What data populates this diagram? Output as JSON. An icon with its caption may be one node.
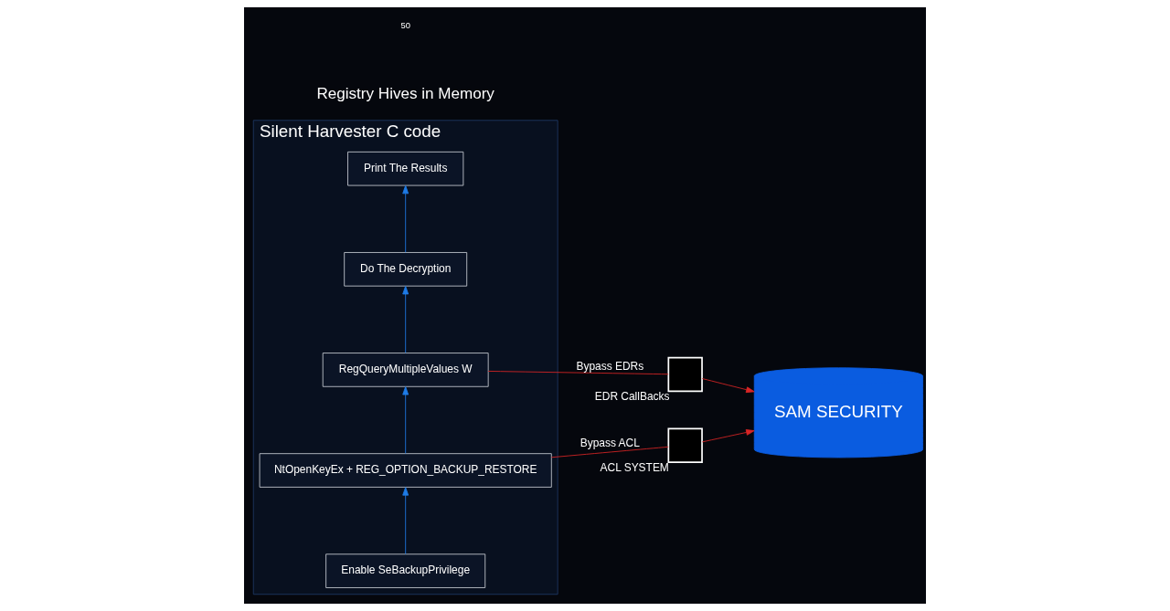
{
  "diagram": {
    "nodes": [
      {
        "text": [
          "Silent Harvester C code"
        ]
      },
      {
        "text": [
          "Enable SeBackupPrivilege"
        ],
        "in": 0
      },
      {
        "text": [
          "NtOpenKeyEx + REG_OPTION_BACKUP_RESTORE"
        ],
        "in": 0
      },
      {
        "text": [
          "RegQueryMultipleValues W"
        ],
        "in": 0
      },
      {
        "text": [
          "Do The Decryption"
        ],
        "in": 0
      },
      {
        "text": [
          "Print The Results"
        ],
        "in": 0
      },
      {
        "text": [],
        "shape": "box",
        "beside": [
          "ACL SYSTEM"
        ]
      },
      {
        "text": [],
        "shape": "box",
        "beside": [
          "EDR CallBacks"
        ]
      },
      {
        "text": [
          "SAM SECURITY"
        ]
      }
    ],
    "edges": [
      {
        "from": 1,
        "to": 2,
        "arrow": "to",
        "color": "#1e7be6"
      },
      {
        "from": 2,
        "to": 3,
        "arrow": "to",
        "color": "#1e7be6"
      },
      {
        "from": 3,
        "to": 4,
        "arrow": "to",
        "color": "#1e7be6"
      },
      {
        "from": 4,
        "to": 5,
        "arrow": "to",
        "color": "#1e7be6"
      },
      {
        "from": 2,
        "to": 6,
        "arrow": "none",
        "label": "Bypass ACL",
        "color": "#d92525"
      },
      {
        "from": 6,
        "to": 8,
        "arrow": "to",
        "color": "#d92525"
      },
      {
        "from": 3,
        "to": 7,
        "arrow": "none",
        "label": "Bypass EDRs",
        "color": "#d92525"
      },
      {
        "from": 7,
        "to": 8,
        "arrow": "to",
        "color": "#d92525"
      }
    ],
    "labels": [
      "Registry Hives in Memory",
      "50"
    ]
  }
}
